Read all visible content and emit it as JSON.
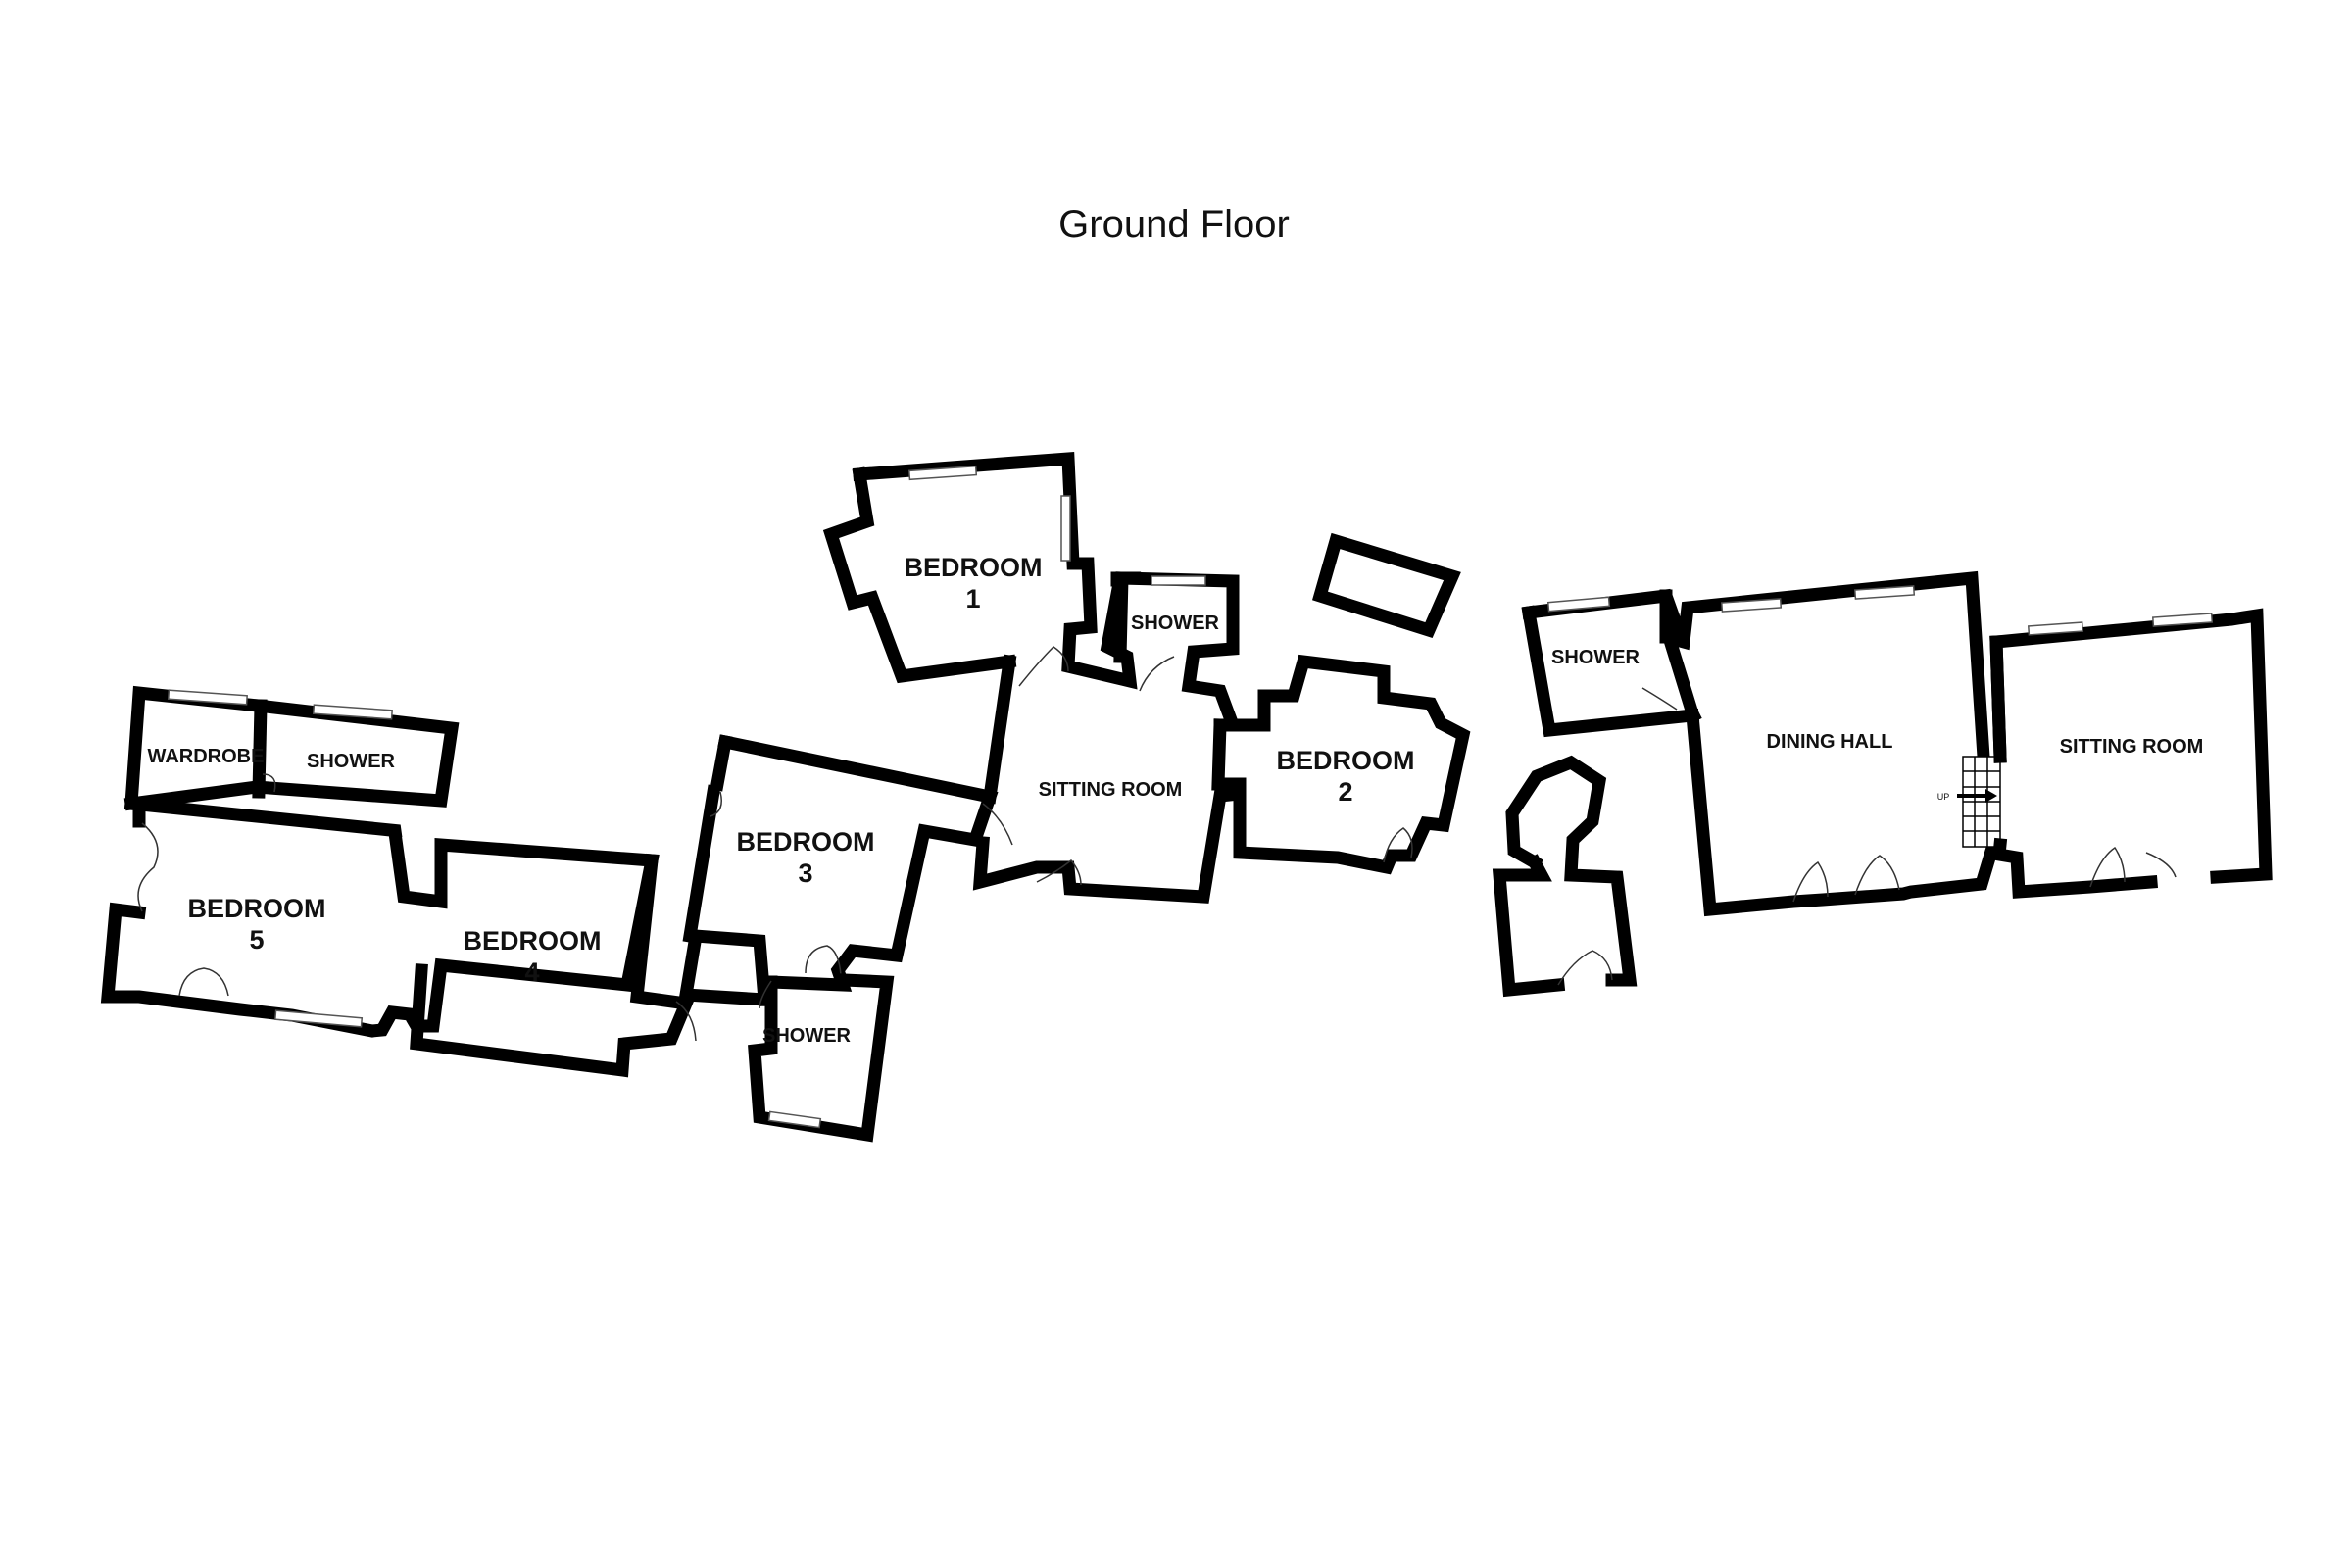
{
  "plan": {
    "title": "Ground Floor",
    "rooms": {
      "wardrobe": "WARDROBE",
      "shower_west": "SHOWER",
      "bedroom_5": [
        "BEDROOM",
        "5"
      ],
      "bedroom_4": [
        "BEDROOM",
        "4"
      ],
      "bedroom_3": [
        "BEDROOM",
        "3"
      ],
      "shower_south": "SHOWER",
      "bedroom_1": [
        "BEDROOM",
        "1"
      ],
      "shower_north": "SHOWER",
      "sitting_room_central": "SITTING ROOM",
      "bedroom_2": [
        "BEDROOM",
        "2"
      ],
      "shower_east": "SHOWER",
      "dining_hall": "DINING HALL",
      "sitting_room_east": "SITTING ROOM"
    },
    "stair_label": "UP"
  }
}
